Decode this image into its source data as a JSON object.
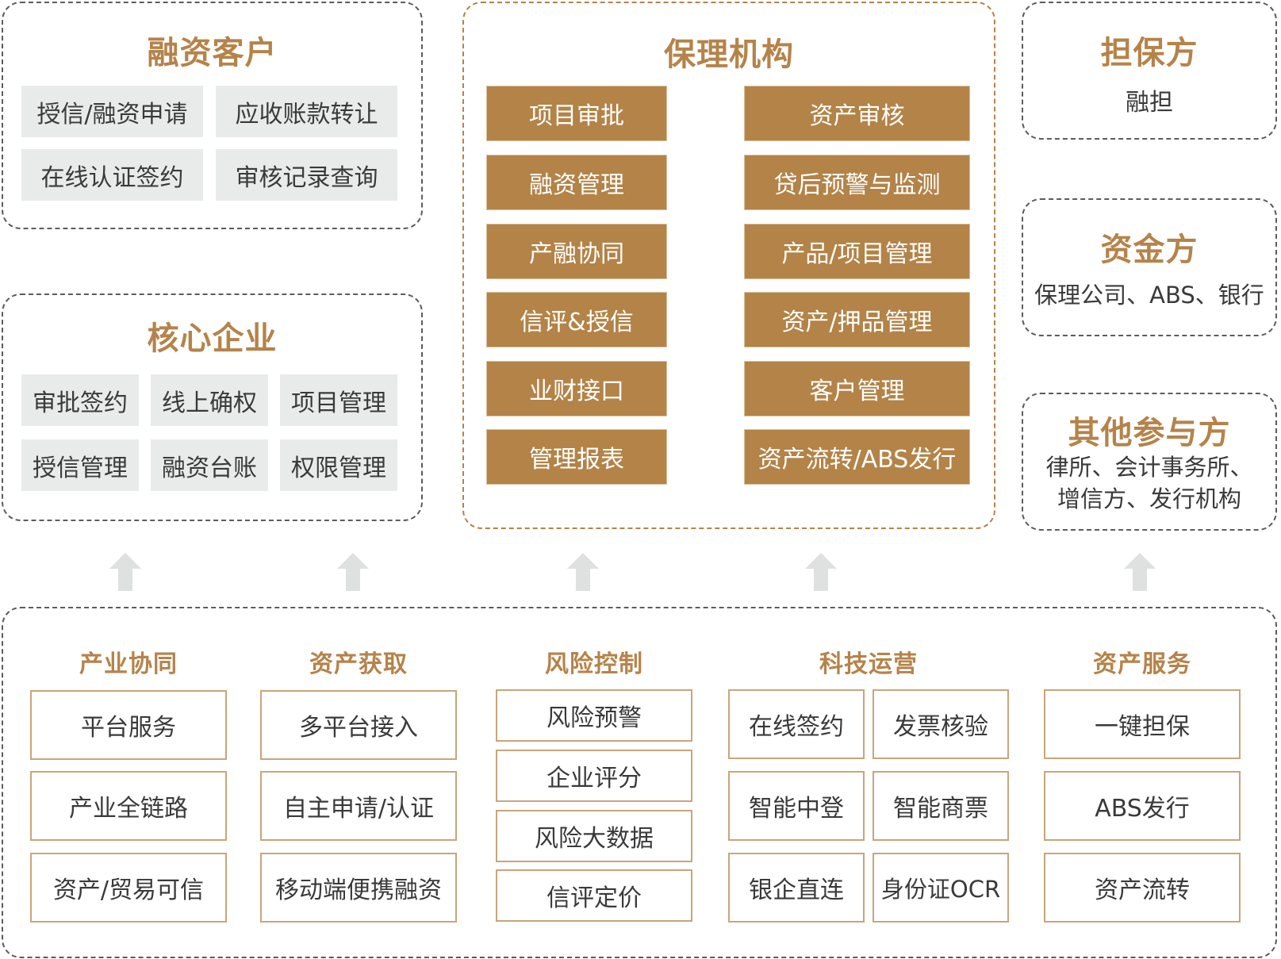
{
  "colors": {
    "accent": "#b5834a",
    "accent_fill": "#b38347",
    "chip_grey": "#e9eaea",
    "border_grey": "#5c5c5c",
    "text": "#3a3a3a",
    "arrow": "#dfe0e0"
  },
  "financing_customer": {
    "title": "融资客户",
    "items": [
      "授信/融资申请",
      "应收账款转让",
      "在线认证签约",
      "审核记录查询"
    ]
  },
  "core_enterprise": {
    "title": "核心企业",
    "items": [
      "审批签约",
      "线上确权",
      "项目管理",
      "授信管理",
      "融资台账",
      "权限管理"
    ]
  },
  "factoring_institution": {
    "title": "保理机构",
    "items": [
      "项目审批",
      "资产审核",
      "融资管理",
      "贷后预警与监测",
      "产融协同",
      "产品/项目管理",
      "信评&授信",
      "资产/押品管理",
      "业财接口",
      "客户管理",
      "管理报表",
      "资产流转/ABS发行"
    ]
  },
  "guarantor": {
    "title": "担保方",
    "desc": "融担"
  },
  "funder": {
    "title": "资金方",
    "desc": "保理公司、ABS、银行"
  },
  "other_parties": {
    "title": "其他参与方",
    "desc_line1": "律所、会计事务所、",
    "desc_line2": "增信方、发行机构"
  },
  "arrows": [
    "up-arrow",
    "up-arrow",
    "up-arrow",
    "up-arrow",
    "up-arrow"
  ],
  "platform": {
    "columns": [
      {
        "title": "产业协同",
        "items": [
          "平台服务",
          "产业全链路",
          "资产/贸易可信"
        ]
      },
      {
        "title": "资产获取",
        "items": [
          "多平台接入",
          "自主申请/认证",
          "移动端便携融资"
        ]
      },
      {
        "title": "风险控制",
        "items": [
          "风险预警",
          "企业评分",
          "风险大数据",
          "信评定价"
        ]
      },
      {
        "title": "科技运营",
        "items": [
          "在线签约",
          "发票核验",
          "智能中登",
          "智能商票",
          "银企直连",
          "身份证OCR"
        ]
      },
      {
        "title": "资产服务",
        "items": [
          "一键担保",
          "ABS发行",
          "资产流转"
        ]
      }
    ]
  }
}
